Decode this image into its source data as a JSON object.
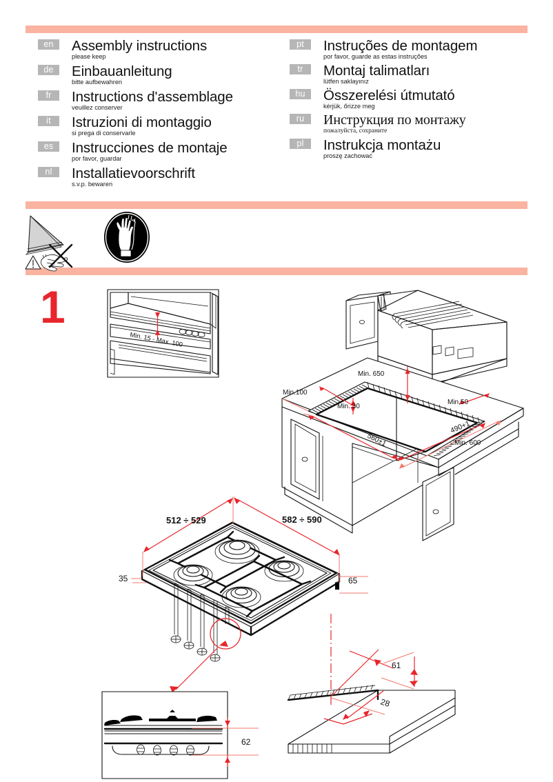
{
  "document": {
    "type": "appliance-assembly-instructions",
    "accent_color": "#f9b3a0",
    "step_color": "#e8262c",
    "tag_color": "#b6b6b6"
  },
  "languages": {
    "left": [
      {
        "code": "en",
        "title": "Assembly instructions",
        "subtitle": "please keep",
        "script": "latin"
      },
      {
        "code": "de",
        "title": "Einbauanleitung",
        "subtitle": "bitte aufbewahren",
        "script": "latin"
      },
      {
        "code": "fr",
        "title": "Instructions d'assemblage",
        "subtitle": "veuillez conserver",
        "script": "latin"
      },
      {
        "code": "it",
        "title": "Istruzioni di montaggio",
        "subtitle": "si prega di conservarle",
        "script": "latin"
      },
      {
        "code": "es",
        "title": "Instrucciones de montaje",
        "subtitle": "por favor, guardar",
        "script": "latin"
      },
      {
        "code": "nl",
        "title": "Installatievoorschrift",
        "subtitle": "s.v.p. bewaren",
        "script": "latin"
      }
    ],
    "right": [
      {
        "code": "pt",
        "title": "Instruções de montagem",
        "subtitle": "por favor, guarde as estas instruções",
        "script": "latin"
      },
      {
        "code": "tr",
        "title": "Montaj talimatları",
        "subtitle": "lütfen saklayınız",
        "script": "latin"
      },
      {
        "code": "hu",
        "title": "Összerelési útmutató",
        "subtitle": "kérjük, őrizze meg",
        "script": "latin"
      },
      {
        "code": "ru",
        "title": "Инструкция по монтажу",
        "subtitle": "пожалуйста, сохраните",
        "script": "cyrillic"
      },
      {
        "code": "pl",
        "title": "Instrukcja montażu",
        "subtitle": "proszę zachować",
        "script": "latin"
      }
    ]
  },
  "safety_icons": [
    {
      "name": "sharp-edge-no-bare-hand-warning",
      "label": ""
    },
    {
      "name": "wear-protective-gloves-mandatory",
      "label": ""
    }
  ],
  "step": {
    "number": "1"
  },
  "detail_hood_gap": {
    "label": "Min. 15 - Max. 100"
  },
  "niche_dimensions": {
    "hood_height": "Min. 650",
    "side_left": "Min.100",
    "rear": "Min. 30",
    "side_right": "Min.50",
    "cutout_width": "560±1",
    "cutout_depth": "490+1",
    "worktop_depth": "Min. 600"
  },
  "hob_dimensions": {
    "depth": "512 ÷ 529",
    "width": "582 ÷ 590",
    "edge_left": "35",
    "edge_right": "65"
  },
  "worktop_detail": {
    "front_offset": "61",
    "edge_offset": "28"
  },
  "hob_section_detail": {
    "under_height": "62"
  }
}
